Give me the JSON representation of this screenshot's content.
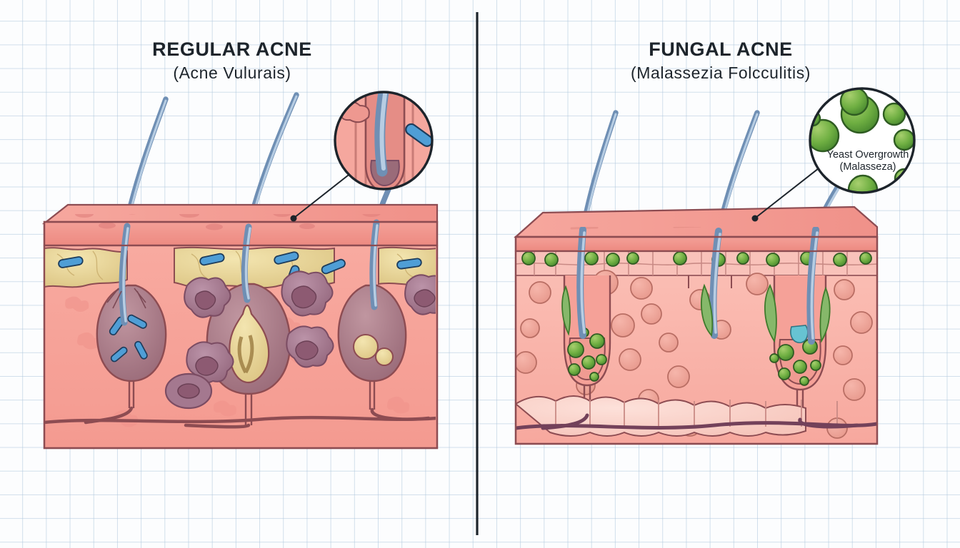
{
  "figure": {
    "background": "graph-paper",
    "grid_color": "#adc6dc",
    "divider_color": "#1d242b",
    "type": "medical-comparison-illustration"
  },
  "panels": [
    {
      "id": "regular-acne",
      "side": "left",
      "title": "REGULAR ACNE",
      "subtitle": "(Acne Vulurais)",
      "skin": {
        "epidermis_color": "#f0918a",
        "dermis_color": "#f6a59c",
        "plug_color": "#ecdb9a",
        "follicle_color": "#b1848f",
        "hair_color": "#8fabcb"
      },
      "features": [
        {
          "name": "sebum-keratin-plug-layer",
          "color": "#ecdb9a"
        },
        {
          "name": "bacteria-rod",
          "label": "C. acnes bacteria",
          "color": "#4f9ed6",
          "shape": "rod"
        },
        {
          "name": "inflammatory-cell",
          "color": "#a4788f"
        },
        {
          "name": "comedone-plug",
          "color": "#e8d491"
        },
        {
          "name": "hair-shaft",
          "color": "#8fabcb"
        },
        {
          "name": "blood-vessel",
          "color": "#8b4f63"
        }
      ],
      "magnifier": {
        "name": "follicle-closeup",
        "label": "",
        "contents": "hair follicle with bacteria rod"
      }
    },
    {
      "id": "fungal-acne",
      "side": "right",
      "title": "FUNGAL ACNE",
      "subtitle": "(Malassezia Folcculitis)",
      "skin": {
        "epidermis_color": "#f0918a",
        "dermis_color": "#f8b0a6",
        "yeast_color": "#4f9d3f",
        "follicle_color": "#f2a79d",
        "hair_color": "#8fabcb"
      },
      "features": [
        {
          "name": "yeast-cell",
          "label": "Malassezia yeast",
          "color": "#4f9d3f",
          "shape": "round"
        },
        {
          "name": "sebum-streak",
          "color": "#86b86a"
        },
        {
          "name": "dermal-cell",
          "color": "#eda095"
        },
        {
          "name": "fat-lobule",
          "color": "#f7ccc4"
        },
        {
          "name": "hair-shaft",
          "color": "#8fabcb"
        },
        {
          "name": "blood-vessel",
          "color": "#73415a"
        }
      ],
      "magnifier": {
        "name": "yeast-closeup",
        "label_line1": "Yeast Overgrowth",
        "label_line2": "(Malasseza)",
        "contents": "round green yeast cells"
      }
    }
  ]
}
